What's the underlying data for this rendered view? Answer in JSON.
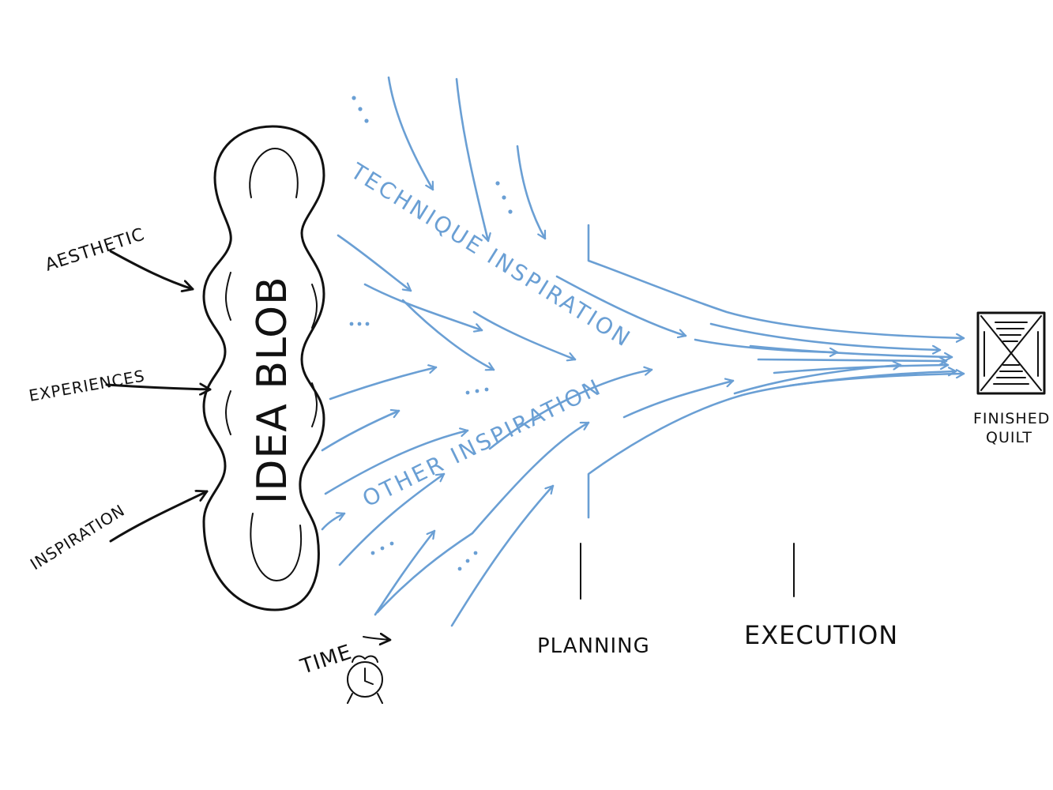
{
  "colors": {
    "ink": "#111111",
    "flow": "#6a9fd4"
  },
  "blob": {
    "label": "IDEA BLOB"
  },
  "inputs": {
    "aesthetic": "AESTHETIC",
    "experiences": "EXPERIENCES",
    "inspiration": "INSPIRATION"
  },
  "streams": {
    "technique": "TECHNIQUE INSPIRATION",
    "other": "OTHER INSPIRATION",
    "ellipsis": "..."
  },
  "timeline": {
    "time_label": "TIME",
    "planning_label": "PLANNING",
    "execution_label": "EXECUTION"
  },
  "output": {
    "line1": "FINISHED",
    "line2": "QUILT"
  },
  "icons": {
    "clock": "alarm-clock-icon",
    "quilt": "quilt-icon"
  }
}
